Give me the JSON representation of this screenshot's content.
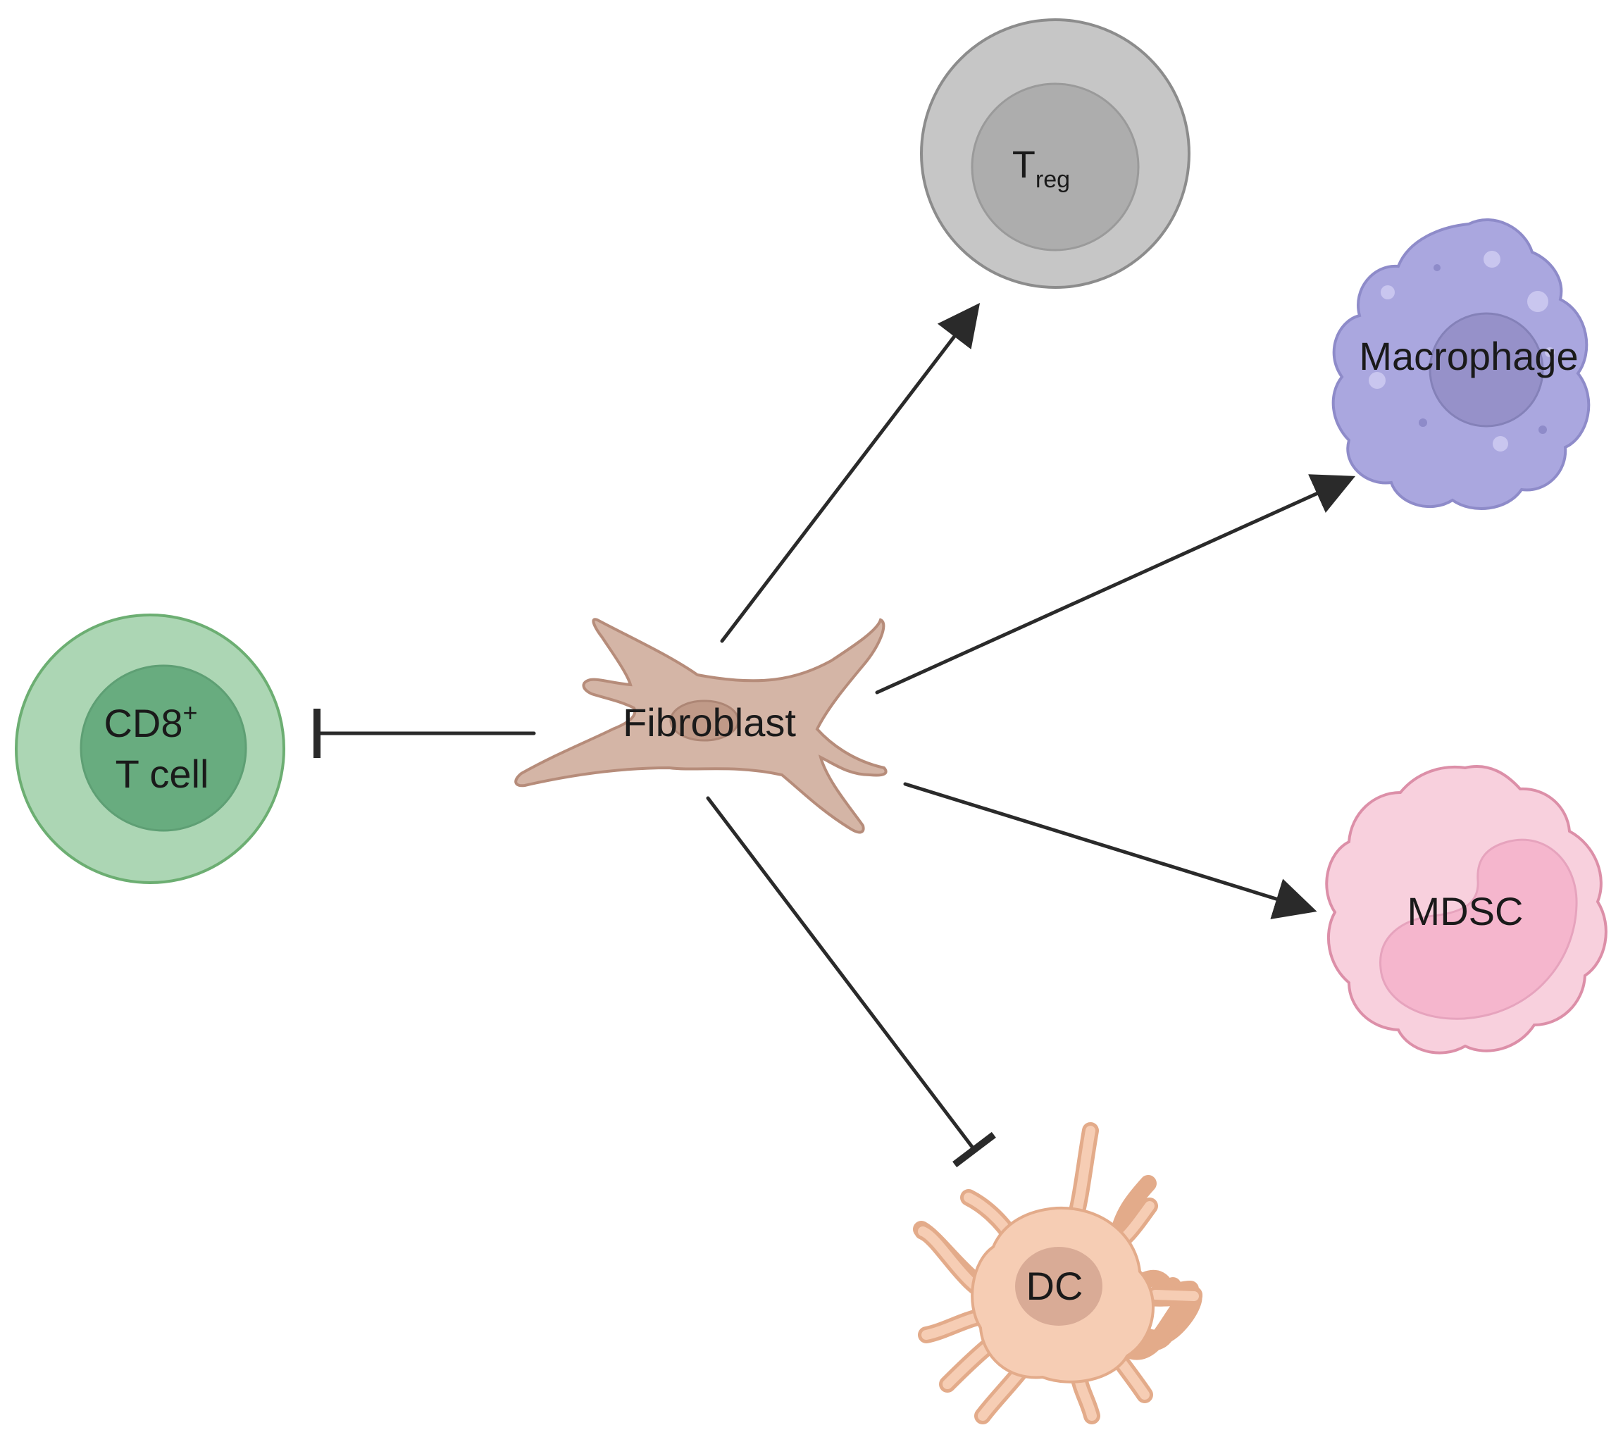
{
  "nodes": {
    "fibroblast": {
      "label": "Fibroblast",
      "color": "#d4b5a6"
    },
    "treg": {
      "label_main": "T",
      "label_sub": "reg",
      "color": "#c4c4c4"
    },
    "macrophage": {
      "label": "Macrophage",
      "color": "#a7a4de"
    },
    "mdsc": {
      "label": "MDSC",
      "color": "#f7cfdc"
    },
    "dc": {
      "label": "DC",
      "color": "#f6cdb4"
    },
    "cd8": {
      "label_line1_main": "CD8",
      "label_line1_sup": "+",
      "label_line2": "T cell",
      "color": "#acd6b4"
    }
  },
  "relations": [
    {
      "from": "Fibroblast",
      "to": "Treg",
      "type": "activates"
    },
    {
      "from": "Fibroblast",
      "to": "Macrophage",
      "type": "activates"
    },
    {
      "from": "Fibroblast",
      "to": "MDSC",
      "type": "activates"
    },
    {
      "from": "Fibroblast",
      "to": "DC",
      "type": "inhibits"
    },
    {
      "from": "Fibroblast",
      "to": "CD8+ T cell",
      "type": "inhibits"
    }
  ]
}
